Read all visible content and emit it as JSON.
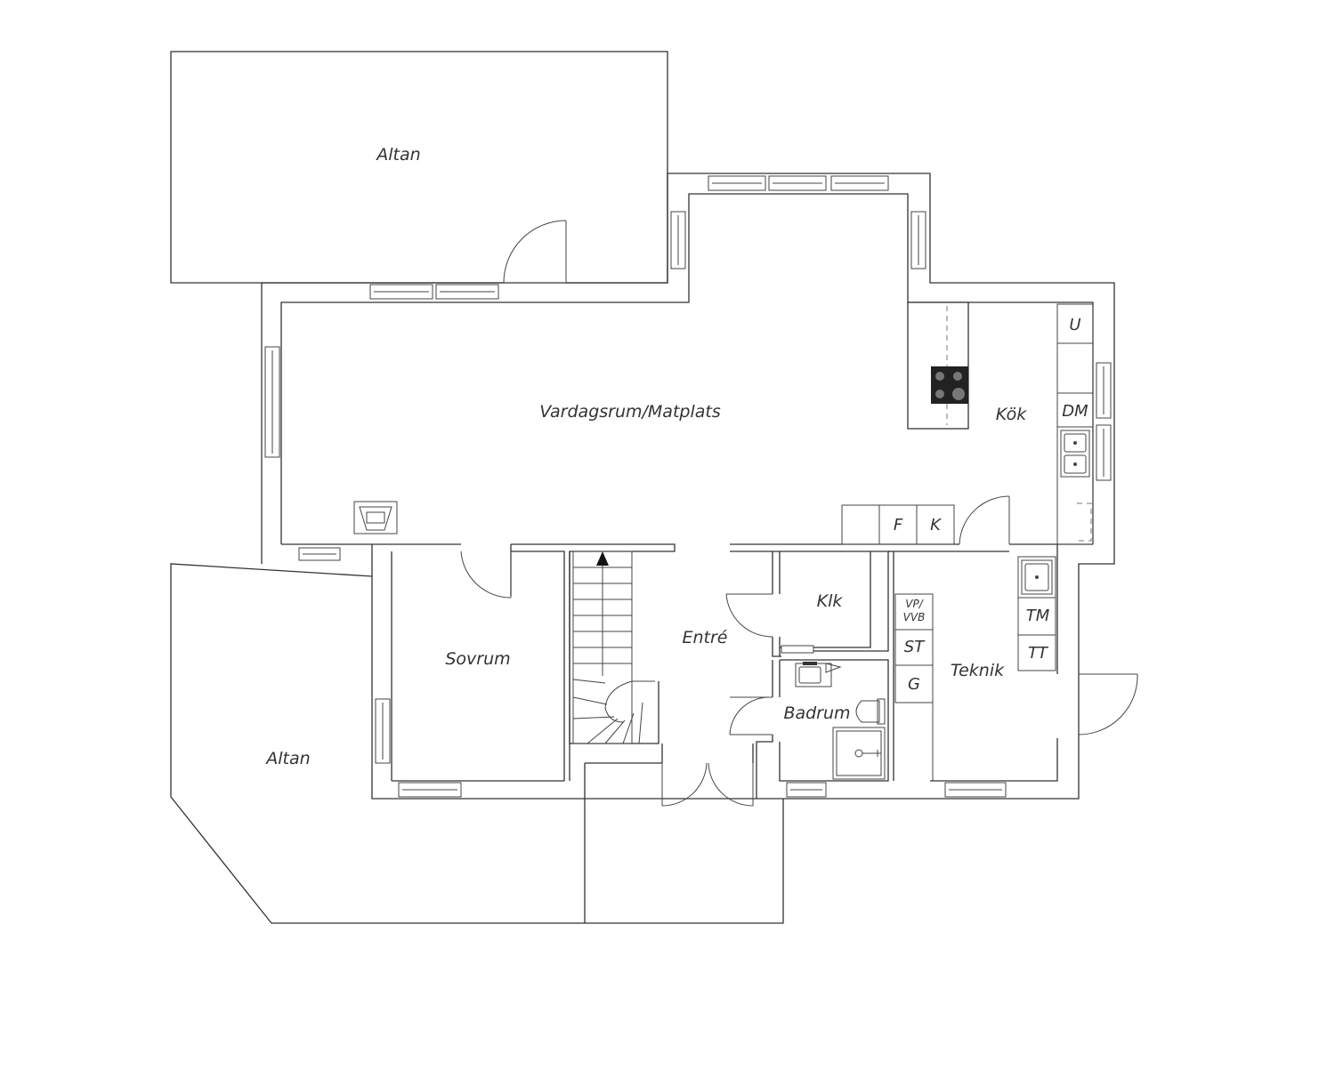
{
  "rooms": {
    "altan_top": "Altan",
    "vardagsrum": "Vardagsrum/Matplats",
    "kok": "Kök",
    "sovrum": "Sovrum",
    "entre": "Entré",
    "klk": "Klk",
    "badrum": "Badrum",
    "teknik": "Teknik",
    "altan_bottom": "Altan"
  },
  "appliances": {
    "u": "U",
    "dm": "DM",
    "f": "F",
    "k": "K",
    "vp_line1": "VP/",
    "vp_line2": "VVB",
    "st": "ST",
    "g": "G",
    "tm": "TM",
    "tt": "TT"
  }
}
